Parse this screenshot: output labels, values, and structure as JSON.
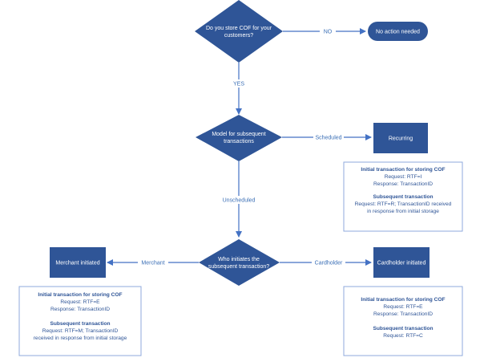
{
  "colors": {
    "node_fill": "#2f5597",
    "line": "#4472c4",
    "label": "#3b6fb6",
    "info_border": "#8faadc",
    "info_text": "#2f5597"
  },
  "decisions": {
    "store_cof": [
      "Do you store COF for your",
      "customers?"
    ],
    "model": [
      "Model for subsequent",
      "transactions"
    ],
    "initiator": [
      "Who initiates the",
      "subsequent transaction?"
    ]
  },
  "terminals": {
    "no_action": "No action needed",
    "recurring": "Recurring",
    "merchant": "Merchant initiated",
    "cardholder": "Cardholder initiated"
  },
  "edge_labels": {
    "no": "NO",
    "yes": "YES",
    "scheduled": "Scheduled",
    "unscheduled": "Unscheduled",
    "merchant": "Merchant",
    "cardholder": "Cardholder"
  },
  "info_boxes": {
    "recurring": {
      "initial_title": "Initial transaction for storing COF",
      "initial_request": "Request: RTF=I",
      "initial_response": "Response: TransactionID",
      "subsequent_title": "Subsequent transaction",
      "subsequent_lines": [
        "Request: RTF=R; TransactionID received",
        "in response from initial storage"
      ]
    },
    "merchant": {
      "initial_title": "Initial transaction for storing COF",
      "initial_request": "Request: RTF=E",
      "initial_response": "Response: TransactionID",
      "subsequent_title": "Subsequent transaction",
      "subsequent_lines": [
        "Request: RTF=M; TransactionID",
        "received in response from initial storage"
      ]
    },
    "cardholder": {
      "initial_title": "Initial transaction for storing COF",
      "initial_request": "Request: RTF=E",
      "initial_response": "Response: TransactionID",
      "subsequent_title": "Subsequent transaction",
      "subsequent_lines": [
        "Request: RTF=C"
      ]
    }
  }
}
